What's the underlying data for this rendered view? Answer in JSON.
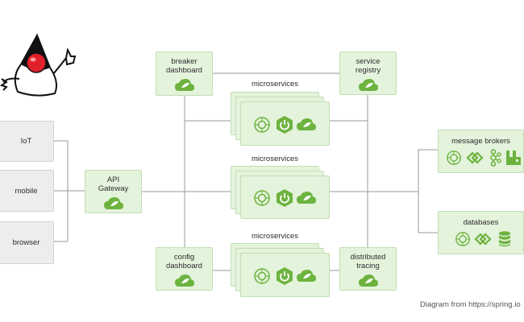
{
  "clients": [
    "IoT",
    "mobile",
    "browser"
  ],
  "gateway": {
    "line1": "API",
    "line2": "Gateway"
  },
  "breaker": {
    "line1": "breaker",
    "line2": "dashboard"
  },
  "registry": {
    "line1": "service",
    "line2": "registry"
  },
  "config": {
    "line1": "config",
    "line2": "dashboard"
  },
  "tracing": {
    "line1": "distributed",
    "line2": "tracing"
  },
  "microservices_label": "microservices",
  "brokers_label": "message brokers",
  "databases_label": "databases",
  "caption": "Diagram from https://spring.io",
  "colors": {
    "green_fill": "#e4f3dc",
    "green_border": "#c2dfb5",
    "accent": "#6db33f",
    "line": "#9a9a9a"
  },
  "icons": [
    "duke-mascot",
    "spring-leaf-icon",
    "spring-boot-icon",
    "spring-cloud-icon",
    "kafka-icon",
    "rabbitmq-icon",
    "database-icon"
  ]
}
